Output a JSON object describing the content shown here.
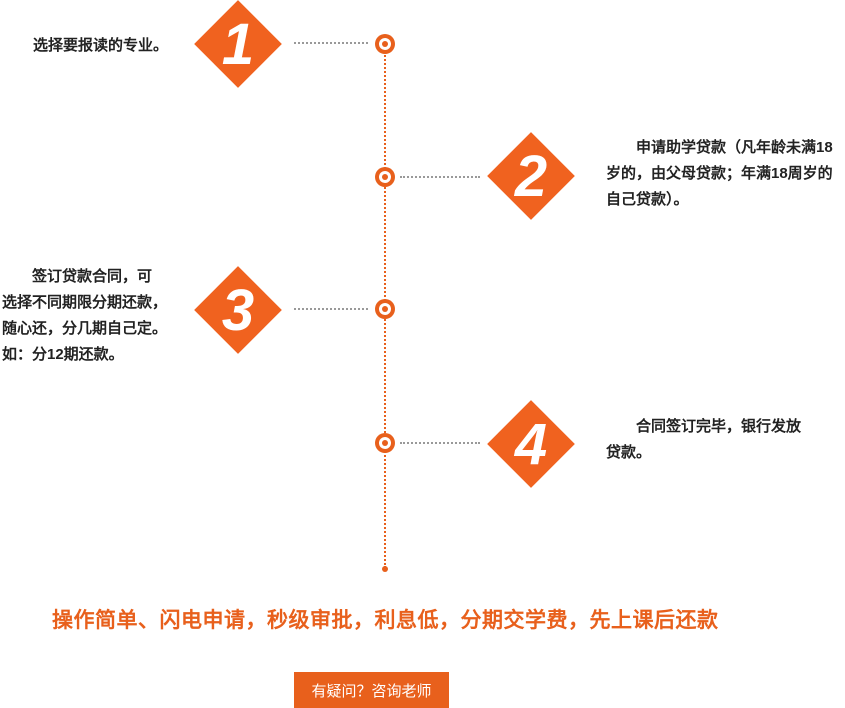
{
  "steps": [
    {
      "number": "1",
      "text": "选择要报读的专业。"
    },
    {
      "number": "2",
      "text_lines": [
        "申请助学贷款（凡年龄未满18",
        "岁的，由父母贷款；年满18周岁的",
        "自己贷款）。"
      ]
    },
    {
      "number": "3",
      "text_lines": [
        "签订贷款合同，可",
        "选择不同期限分期还款，",
        "随心还，分几期自己定。",
        "如：分12期还款。"
      ]
    },
    {
      "number": "4",
      "text_lines": [
        "合同签订完毕，银行发放",
        "贷款。"
      ]
    }
  ],
  "tagline": "操作简单、闪电申请，秒级审批，利息低，分期交学费，先上课后还款",
  "cta": {
    "label": "有疑问？咨询老师"
  },
  "colors": {
    "accent": "#e8601c",
    "diamond": "#f0621f"
  }
}
